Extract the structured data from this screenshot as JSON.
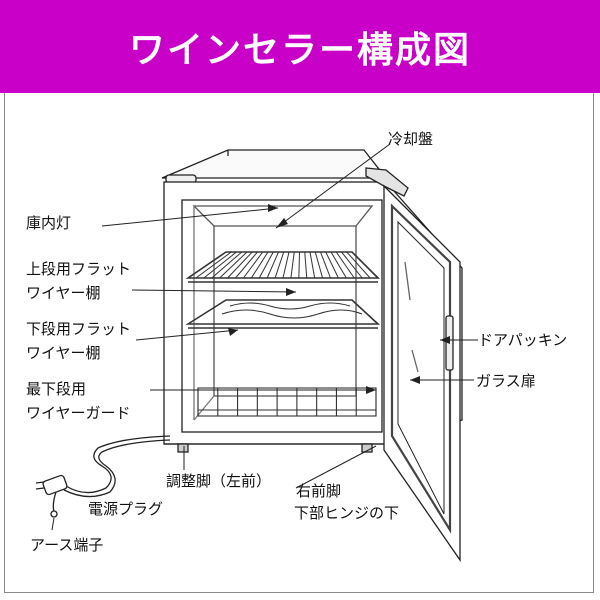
{
  "header": {
    "title": "ワインセラー構成図",
    "background": "#c800c8"
  },
  "labels": {
    "cooling_plate": "冷却盤",
    "interior_light": "庫内灯",
    "upper_shelf_line1": "上段用フラット",
    "upper_shelf_line2": "ワイヤー棚",
    "lower_shelf_line1": "下段用フラット",
    "lower_shelf_line2": "ワイヤー棚",
    "bottom_guard_line1": "最下段用",
    "bottom_guard_line2": "ワイヤーガード",
    "door_packing": "ドアパッキン",
    "glass_door": "ガラス扉",
    "adjust_foot": "調整脚（左前）",
    "right_foot_line1": "右前脚",
    "right_foot_line2": "下部ヒンジの下",
    "power_plug": "電源プラグ",
    "ground_terminal": "アース端子"
  }
}
